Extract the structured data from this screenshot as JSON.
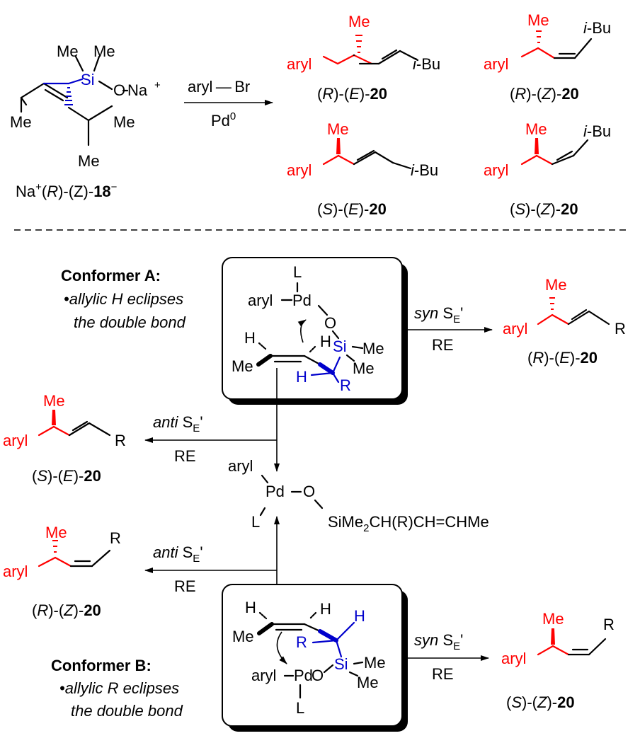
{
  "colors": {
    "highlight": "#ff0000",
    "silicon_bonds": "#0000cc",
    "text": "#000000"
  },
  "reactant": {
    "me1": "Me",
    "me2": "Me",
    "si": "Si",
    "o_na": "O",
    "na_plus": "Na",
    "plus": "+",
    "me_vinyl": "Me",
    "me_ibu_a": "Me",
    "me_ibu_b": "Me",
    "label_na": "Na",
    "label_sup": "+",
    "label_p1": "(",
    "label_r": "R",
    "label_p2": ")-(Z)-",
    "label_num": "18",
    "label_minus": "−"
  },
  "reaction": {
    "reagent": "aryl — Br",
    "catalyst": "Pd",
    "catalyst_sup": "0"
  },
  "products": {
    "me": "Me",
    "aryl": "aryl",
    "ibu_i": "i",
    "ibu": "-Bu",
    "num": "20",
    "re_1": "(",
    "re_2": "R",
    "re_3": ")-(",
    "re_4": "E",
    "re_5": ")-",
    "rz_1": "(",
    "rz_2": "R",
    "rz_3": ")-(",
    "rz_4": "Z",
    "rz_5": ")-",
    "se_1": "(",
    "se_2": "S",
    "se_3": ")-(",
    "se_4": "E",
    "se_5": ")-",
    "sz_1": "(",
    "sz_2": "S",
    "sz_3": ")-(",
    "sz_4": "Z",
    "sz_5": ")-",
    "r_group": "R"
  },
  "conformer_a": {
    "title": "Conformer A:",
    "bullet_line1": "•allylic H eclipses",
    "bullet_line2": "the double bond",
    "l": "L",
    "aryl_pd": "aryl",
    "pd": "Pd",
    "o": "O",
    "si": "Si",
    "h1": "H",
    "h2": "H",
    "h_blue": "H",
    "r_blue": "R",
    "me_si1": "Me",
    "me_si2": "Me",
    "me_left": "Me"
  },
  "conformer_b": {
    "title": "Conformer B:",
    "bullet_line1": "•allylic R eclipses",
    "bullet_line2": "the double bond",
    "l": "L",
    "aryl_pd": "aryl",
    "pd": "Pd",
    "o": "O",
    "si": "Si",
    "h1": "H",
    "h2": "H",
    "h_blue": "H",
    "r_blue": "R",
    "me_si1": "Me",
    "me_si2": "Me",
    "me_left": "Me"
  },
  "pathways": {
    "syn": "syn",
    "anti": "anti",
    "se": "S",
    "se_sub": "E",
    "se_prime": "'",
    "re": "RE"
  },
  "pd_complex": {
    "aryl": "aryl",
    "pd": "Pd",
    "o": "O",
    "l": "L",
    "si_part": "SiMe",
    "sub2": "2",
    "chain": "CH(R)CH=CHMe"
  }
}
